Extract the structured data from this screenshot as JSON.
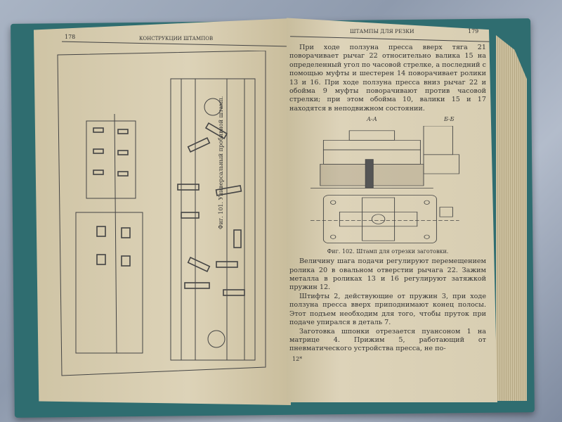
{
  "left_page": {
    "page_number": "178",
    "running_head": "КОНСТРУКЦИИ ШТАМПОВ",
    "figure_caption": "Фиг. 101. Универсальный пробивной штамп."
  },
  "right_page": {
    "page_number": "179",
    "running_head": "ШТАМПЫ ДЛЯ РЕЗКИ",
    "paragraph_1": "При ходе ползуна пресса вверх тяга 21 поворачивает рычаг 22 относительно валика 15 на определенный угол по часовой стрелке, а последний с помощью муфты и шестерен 14 поворачивает ролики 13 и 16. При ходе ползуна пресса вниз рычаг 22 и обойма 9 муфты поворачивают против часовой стрелки; при этом обойма 10, валики 15 и 17 находятся в неподвижном состоянии.",
    "section_labels": [
      "А-А",
      "Б-Б"
    ],
    "figure_caption": "Фиг. 102. Штамп для отрезки заготовки.",
    "paragraph_2": "Величину шага подачи регулируют перемещением ролика 20 в овальном отверстии рычага 22. Зажим металла в роликах 13 и 16 регулируют затяжкой пружин 12.",
    "paragraph_3": "Штифты 2, действующие от пружин 3, при ходе ползуна пресса вверх приподнимают конец полосы. Этот подъем необходим для того, чтобы пруток при подаче упирался в деталь 7.",
    "paragraph_4": "Заготовка шпонки отрезается пуансоном 1 на матрице 4. Прижим 5, работающий от пневматического устройства пресса, не по-",
    "signature_mark": "12*"
  }
}
